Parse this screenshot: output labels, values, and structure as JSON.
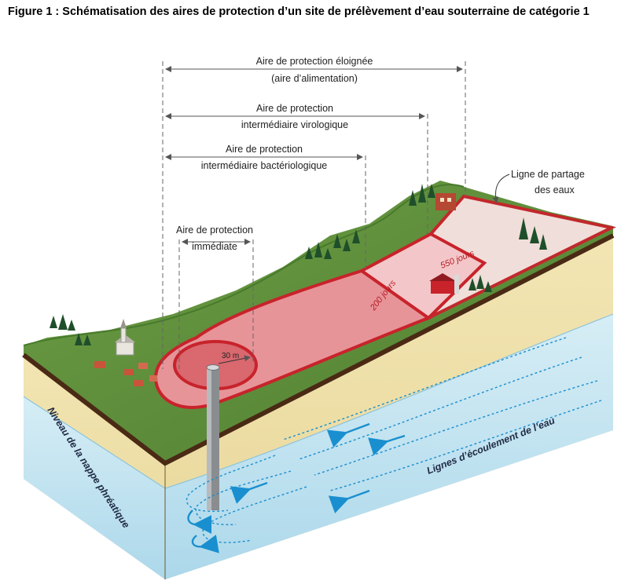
{
  "caption": "Figure 1 : Schématisation des aires de protection d’un site de prélèvement d’eau souterraine de catégorie 1",
  "labels": {
    "eloignee_1": "Aire de protection éloignée",
    "eloignee_2": "(aire d’alimentation)",
    "virologique_1": "Aire de protection",
    "virologique_2": "intermédiaire virologique",
    "bacterio_1": "Aire de protection",
    "bacterio_2": "intermédiaire bactériologique",
    "immediate_1": "Aire de protection",
    "immediate_2": "immédiate",
    "partage_1": "Ligne de partage",
    "partage_2": "des eaux",
    "radius": "30 m",
    "days_200": "200 jours",
    "days_550": "550 jours",
    "nappe": "Niveau de la nappe phréatique",
    "ecoulement": "Lignes d’écoulement de l’eau"
  },
  "colors": {
    "grass": "#5e8f3a",
    "soil": "#efe0a8",
    "water": "#bfe2f4",
    "zone_red": "#c8232b",
    "flow": "#1a8fcf"
  }
}
